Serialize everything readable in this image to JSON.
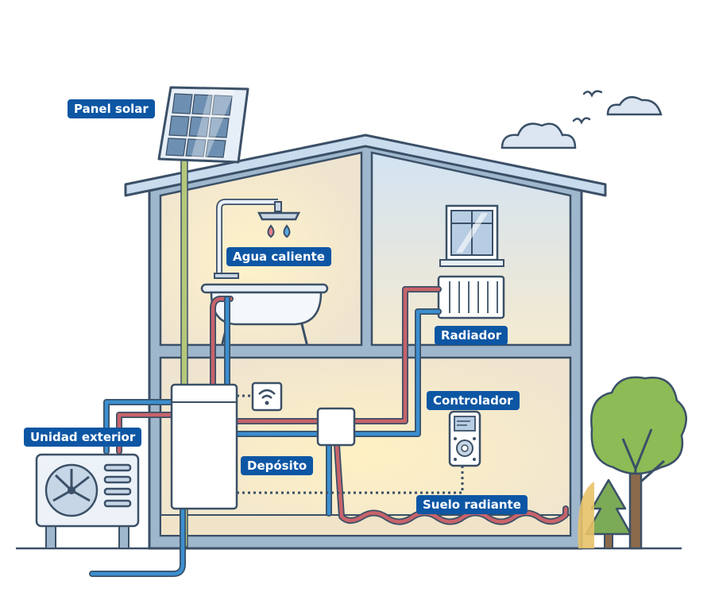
{
  "labels": {
    "solar_panel": "Panel solar",
    "hot_water": "Agua caliente",
    "radiator": "Radiador",
    "controller": "Controlador",
    "outdoor_unit": "Unidad exterior",
    "tank": "Depósito",
    "underfloor": "Suelo radiante"
  },
  "colors": {
    "label_bg": "#0d56a4",
    "outline": "#3b5067",
    "hot_pipe": "#c7636a",
    "cold_pipe": "#3b8fd0",
    "solar_line": "#b5c77a",
    "wall_fill": "#f3e7cf",
    "glow": "#fff1c4",
    "room_blue": "#d8e7f5"
  },
  "icons": [
    "solar-panel-icon",
    "shower-icon",
    "bathtub-icon",
    "window-icon",
    "radiator-icon",
    "wifi-icon",
    "controller-remote-icon",
    "heat-pump-fan-icon",
    "tree-icon",
    "pine-tree-icon",
    "cloud-icon",
    "bird-icon"
  ]
}
